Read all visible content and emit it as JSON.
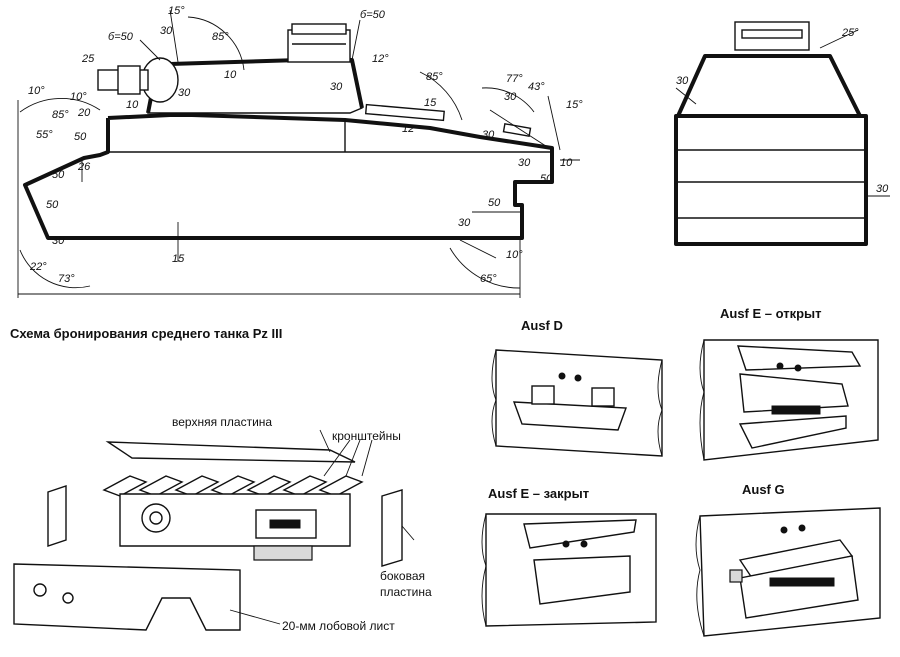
{
  "caption": "Схема бронирования среднего танка Pz III",
  "side_view": {
    "dims": [
      "15°",
      "30",
      "б=50",
      "25",
      "30",
      "85°",
      "10",
      "б=50",
      "12°",
      "30",
      "85°",
      "77°",
      "43°",
      "15°",
      "30",
      "30",
      "10°",
      "20",
      "10",
      "85°",
      "55°",
      "50",
      "50",
      "26",
      "50",
      "10°",
      "30",
      "12",
      "15",
      "30",
      "10",
      "50",
      "50",
      "30",
      "10°",
      "15",
      "22°",
      "73°",
      "65°"
    ]
  },
  "front_view": {
    "dims": [
      "25°",
      "30",
      "30"
    ]
  },
  "exploded": {
    "labels": [
      "верхняя пластина",
      "кронштейны",
      "боковая",
      "пластина",
      "20-мм лобовой лист"
    ]
  },
  "ports": {
    "titles": [
      "Ausf D",
      "Ausf E – открыт",
      "Ausf E – закрыт",
      "Ausf G"
    ]
  }
}
